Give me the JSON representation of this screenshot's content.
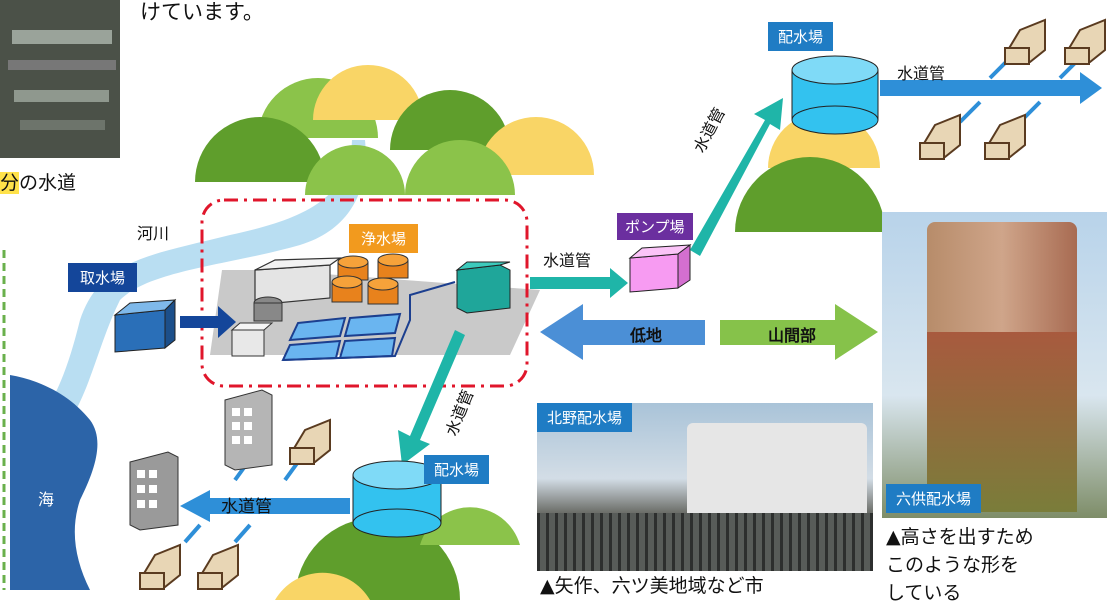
{
  "top_text": {
    "intro_tail": "けています。",
    "left_fragment_highlight": "分",
    "left_fragment_rest": "の水道"
  },
  "labels": {
    "river": "河川",
    "intake": "取水場",
    "purification_plant": "浄水場",
    "pipe_to_pump": "水道管",
    "pump_station": "ポンプ場",
    "pipe_up": "水道管",
    "reservoir_top": "配水場",
    "pipe_top_right": "水道管",
    "lowland": "低地",
    "mountain": "山間部",
    "pipe_down": "水道管",
    "reservoir_bottom": "配水場",
    "pipe_bottom_left": "水道管",
    "sea": "海"
  },
  "photos": {
    "kitano": {
      "label": "北野配水場",
      "caption": "▲矢作、六ツ美地域など市"
    },
    "rokku": {
      "label": "六供配水場",
      "caption_line1": "▲高さを出すため",
      "caption_line2": "このような形を",
      "caption_line3": "している"
    }
  },
  "colors": {
    "hill_dark": "#5f9e2c",
    "hill_light": "#8bc34a",
    "hill_yellow": "#f9d566",
    "river": "#b9def2",
    "sea": "#2c64a8",
    "arrow_teal": "#1fb5a8",
    "arrow_navy": "#14469a",
    "arrow_blue": "#2e8fd8",
    "tank_blue": "#33c2ef",
    "boundary": "#e0162b"
  }
}
